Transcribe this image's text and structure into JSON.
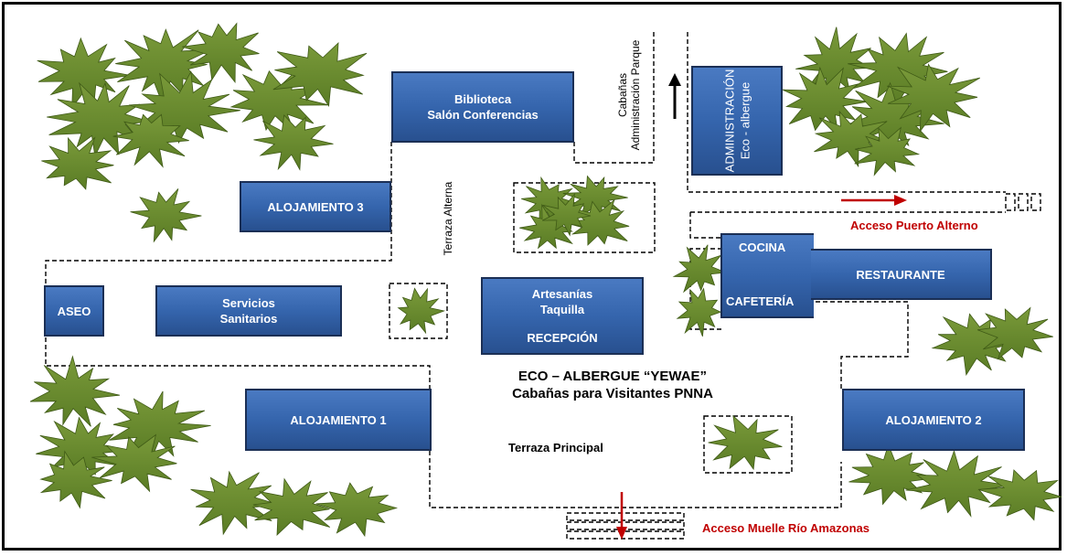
{
  "title": {
    "line1": "ECO – ALBERGUE “YEWAE”",
    "line2": "Cabañas para Visitantes PNNA"
  },
  "buildings": {
    "biblioteca": [
      "Biblioteca",
      "Salón Conferencias"
    ],
    "administracion": [
      "ADMINISTRACIÓN",
      "Eco - albergue"
    ],
    "alojamiento3": "ALOJAMIENTO 3",
    "aseo": "ASEO",
    "servicios": [
      "Servicios",
      "Sanitarios"
    ],
    "artesanias": [
      "Artesanías",
      "Taquilla"
    ],
    "recepcion": "RECEPCIÓN",
    "cocina": "COCINA",
    "restaurante": "RESTAURANTE",
    "cafeteria": "CAFETERÍA",
    "alojamiento1": "ALOJAMIENTO 1",
    "alojamiento2": "ALOJAMIENTO 2"
  },
  "labels": {
    "cabanas_admin": [
      "Cabañas",
      "Administración Parque"
    ],
    "terraza_alterna": "Terraza Alterna",
    "terraza_principal": "Terraza Principal",
    "acceso_puerto": "Acceso Puerto Alterno",
    "acceso_muelle": "Acceso Muelle Río Amazonas"
  },
  "colors": {
    "building": "#3565ad",
    "tree": "#6b8e2e",
    "access_label": "#c00000",
    "arrow_red": "#c00000"
  }
}
